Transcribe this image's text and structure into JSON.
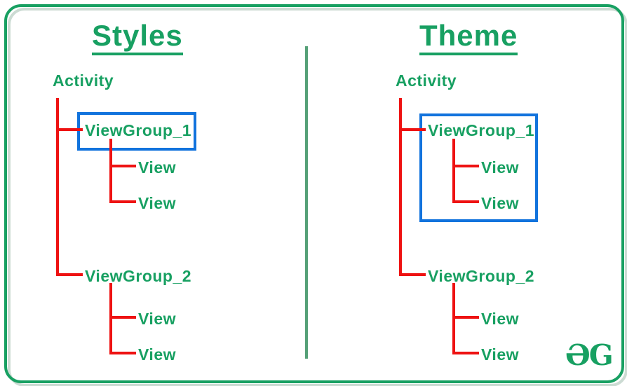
{
  "diagram": {
    "left": {
      "title": "Styles",
      "activity": "Activity",
      "viewgroup1": "ViewGroup_1",
      "viewgroup1_children": [
        "View",
        "View"
      ],
      "viewgroup2": "ViewGroup_2",
      "viewgroup2_children": [
        "View",
        "View"
      ]
    },
    "right": {
      "title": "Theme",
      "activity": "Activity",
      "viewgroup1": "ViewGroup_1",
      "viewgroup1_children": [
        "View",
        "View"
      ],
      "viewgroup2": "ViewGroup_2",
      "viewgroup2_children": [
        "View",
        "View"
      ]
    },
    "logo_text": "ƏG",
    "colors": {
      "text_green": "#18a062",
      "divider_green": "#55a077",
      "tree_red": "#ee1212",
      "highlight_blue": "#1273dd",
      "frame_shadow": "#ccdbd3",
      "background": "#ffffff"
    }
  }
}
